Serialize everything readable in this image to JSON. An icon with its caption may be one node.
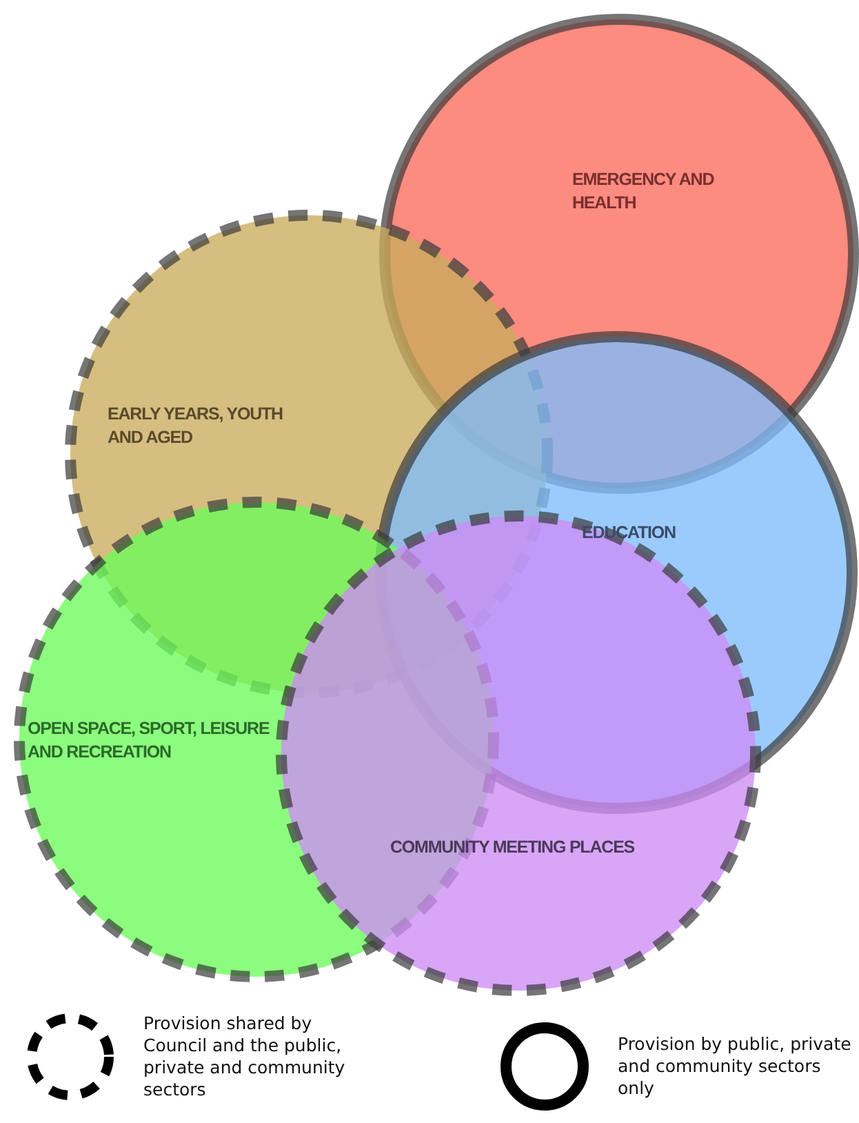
{
  "diagram": {
    "nodes": [
      {
        "text": [
          "EMERGENCY AND HEALTH"
        ]
      },
      {
        "text": [
          "EARLY YEARS, YOUTH AND AGED"
        ]
      },
      {
        "text": [
          "EDUCATION"
        ]
      },
      {
        "text": [
          "OPEN SPACE, SPORT, LEISURE AND RECREATION"
        ]
      },
      {
        "text": [
          "COMMUNITY MEETING PLACES"
        ]
      }
    ],
    "legend": [
      {
        "text": "Provision shared by Council and the public, private and community sectors"
      },
      {
        "text": "Provision by public, private and community sectors only"
      }
    ]
  }
}
